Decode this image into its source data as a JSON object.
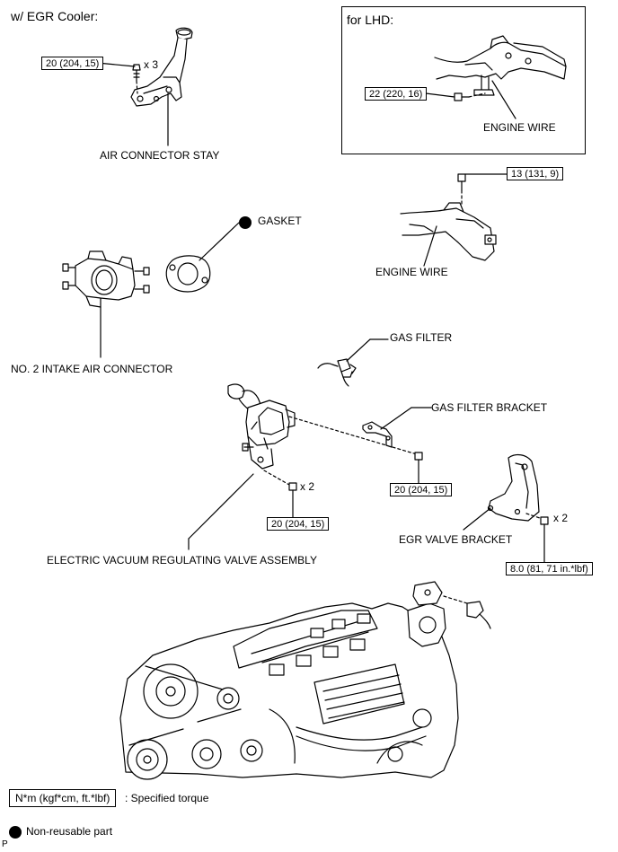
{
  "header": {
    "egr_cooler_label": "w/ EGR Cooler:",
    "lhd_label": "for LHD:"
  },
  "labels": {
    "air_connector_stay": "AIR CONNECTOR STAY",
    "engine_wire_lhd": "ENGINE WIRE",
    "gasket": "GASKET",
    "engine_wire": "ENGINE WIRE",
    "no2_intake_air_connector": "NO. 2 INTAKE AIR CONNECTOR",
    "gas_filter": "GAS FILTER",
    "gas_filter_bracket": "GAS FILTER BRACKET",
    "electric_vacuum_valve": "ELECTRIC VACUUM REGULATING VALVE ASSEMBLY",
    "egr_valve_bracket": "EGR VALVE BRACKET"
  },
  "torques": {
    "air_connector_stay": "20 (204, 15)",
    "lhd_engine_wire": "22 (220, 16)",
    "engine_wire": "13 (131, 9)",
    "gas_filter_bracket": "20 (204, 15)",
    "vacuum_valve": "20 (204, 15)",
    "egr_valve_bracket": "8.0 (81, 71 in.*lbf)"
  },
  "quantities": {
    "air_connector_stay": "x 3",
    "vacuum_valve": "x 2",
    "egr_valve_bracket": "x 2"
  },
  "legend": {
    "torque_unit": "N*m (kgf*cm, ft.*lbf)",
    "torque_desc": ": Specified torque",
    "non_reusable": "Non-reusable part"
  },
  "footer": {
    "corner_mark": "P"
  }
}
